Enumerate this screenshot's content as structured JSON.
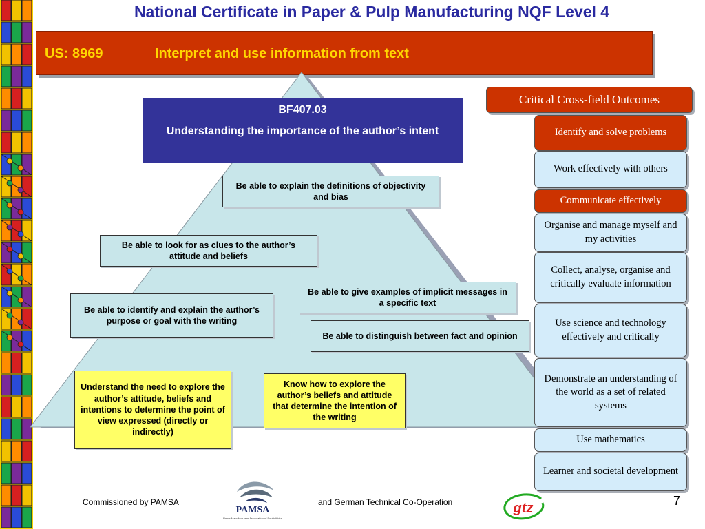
{
  "page_title": "National Certificate in Paper & Pulp Manufacturing NQF Level 4",
  "unit": {
    "code": "US: 8969",
    "title": "Interpret and use information from text"
  },
  "bf": {
    "code": "BF407.03",
    "title": "Understanding the importance of the author’s intent"
  },
  "pyramid_items": [
    "Be able to explain the definitions of objectivity and bias",
    "Be able to look for as clues to the author’s attitude and beliefs",
    "Be able to give examples of implicit messages in a specific text",
    "Be able to identify and explain the author’s purpose or goal with the writing",
    "Be able to distinguish between fact and opinion",
    "Understand the need to explore the author’s attitude, beliefs and intentions to determine the point of view expressed (directly or indirectly)",
    "Know how to explore the author’s beliefs and attitude that determine the intention of the writing"
  ],
  "ccfo": {
    "header": "Critical Cross-field Outcomes",
    "items": [
      {
        "label": "Identify and solve problems",
        "highlighted": true
      },
      {
        "label": "Work effectively with others",
        "highlighted": false
      },
      {
        "label": "Communicate effectively",
        "highlighted": true
      },
      {
        "label": "Organise and manage myself and my activities",
        "highlighted": false
      },
      {
        "label": "Collect, analyse, organise and critically evaluate information",
        "highlighted": false
      },
      {
        "label": "Use science and technology effectively and critically",
        "highlighted": false
      },
      {
        "label": "Demonstrate an understanding of the world as a set of related systems",
        "highlighted": false
      },
      {
        "label": "Use mathematics",
        "highlighted": false
      },
      {
        "label": "Learner and societal development",
        "highlighted": false
      }
    ]
  },
  "footer": {
    "left": "Commissioned by PAMSA",
    "right": "and German Technical Co-Operation",
    "page_number": "7",
    "pamsa_logo_text": "PAMSA",
    "pamsa_subtitle": "Paper Manufacturers Association of South Africa",
    "gtz_logo_text": "gtz"
  },
  "colors": {
    "title_blue": "#2a2aa0",
    "banner_red": "#cc3300",
    "banner_text": "#ffd700",
    "bf_blue": "#333399",
    "pyramid_fill": "#c8e6ea",
    "yellow": "#ffff66",
    "ccfo_blue": "#d4ecfa"
  }
}
